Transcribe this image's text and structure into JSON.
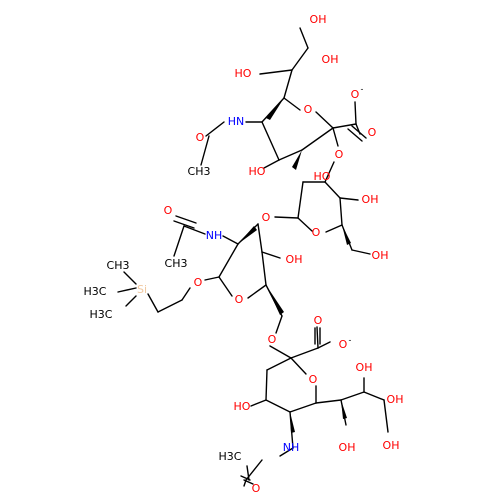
{
  "colors": {
    "carbon": "#000000",
    "oxygen": "#ff0000",
    "nitrogen": "#0000ff",
    "silicon": "#f0c8a0"
  },
  "labels": {
    "oh": "OH",
    "ho": "HO",
    "o": "O",
    "hn": "HN",
    "nh": "NH",
    "h3c": "H3C",
    "ch3": "CH3",
    "si": "Si",
    "minus": "-"
  }
}
